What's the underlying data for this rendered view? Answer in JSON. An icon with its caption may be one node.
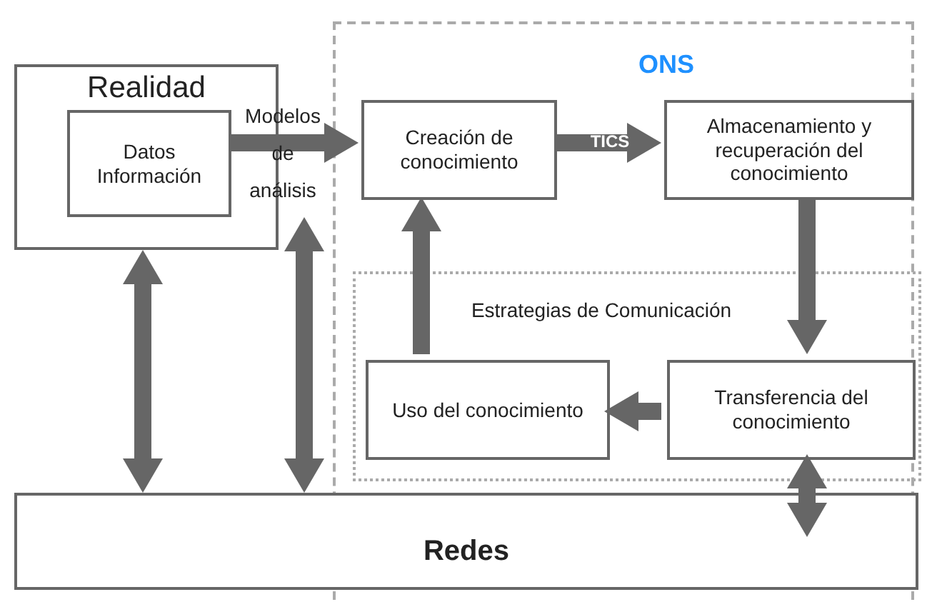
{
  "diagram": {
    "nodes": [
      {
        "text": [
          "ONS"
        ]
      },
      {
        "text": [
          "Realidad"
        ]
      },
      {
        "text": [
          "Datos Información"
        ],
        "in": 1
      },
      {
        "text": [
          "Creación de conocimiento"
        ],
        "in": 0
      },
      {
        "text": [
          "Almacenamiento y recuperación del conocimiento"
        ],
        "in": 0
      },
      {
        "text": [
          "Estrategias de Comunicación"
        ],
        "in": 0
      },
      {
        "text": [
          "Uso del conocimiento"
        ],
        "in": 5
      },
      {
        "text": [
          "Transferencia del conocimiento"
        ],
        "in": 5
      },
      {
        "text": [
          "Redes"
        ]
      }
    ],
    "edges": [
      {
        "from": 2,
        "to": 3,
        "arrow": "to",
        "label": "Modelos de análisis"
      },
      {
        "from": 3,
        "to": 4,
        "arrow": "to",
        "label": "TICS"
      },
      {
        "from": 4,
        "to": 7,
        "arrow": "to"
      },
      {
        "from": 7,
        "to": 6,
        "arrow": "to"
      },
      {
        "from": 6,
        "to": 3,
        "arrow": "to"
      },
      {
        "from": 1,
        "to": 8,
        "arrow": "both"
      },
      {
        "from": 8,
        "to": 1,
        "arrow": "both"
      },
      {
        "from": 7,
        "to": 8,
        "arrow": "both"
      }
    ]
  }
}
